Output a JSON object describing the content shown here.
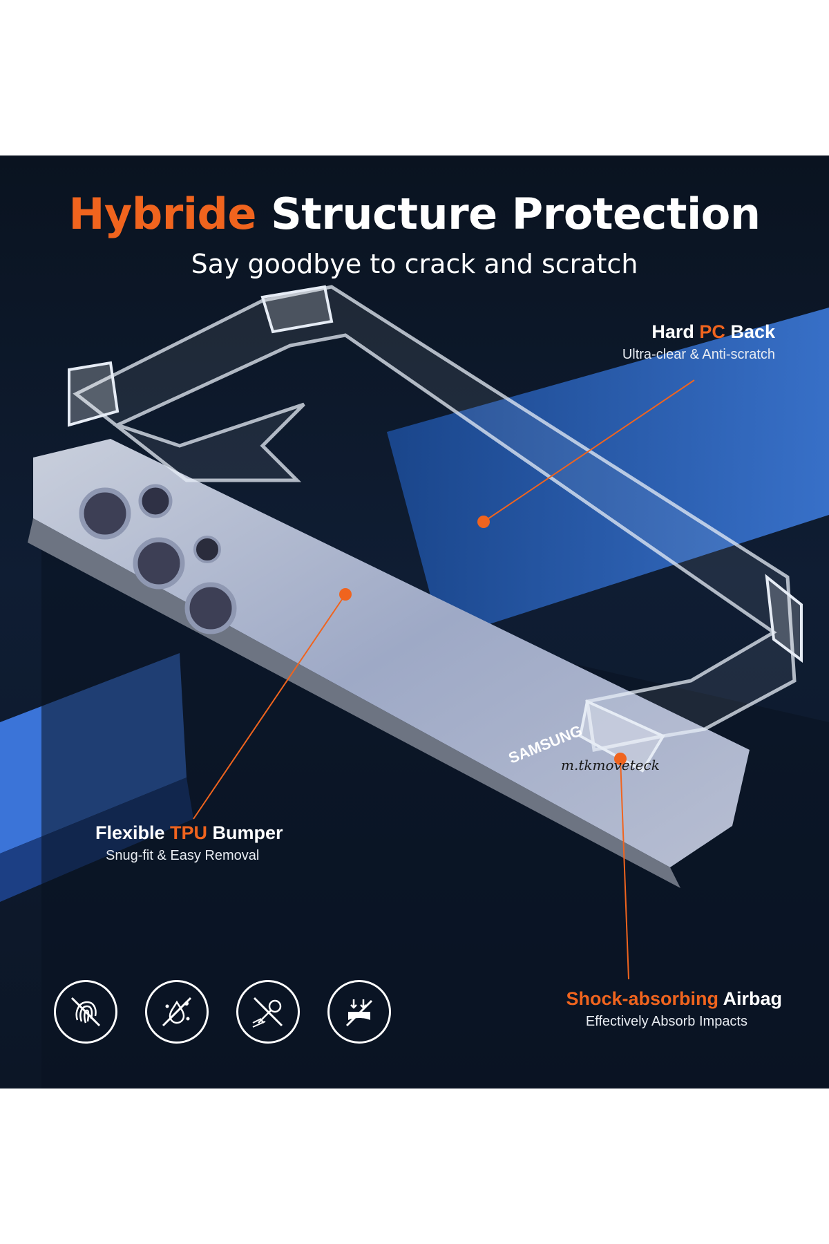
{
  "headline": {
    "accent": "Hybride",
    "rest": "Structure Protection"
  },
  "subhead": "Say goodbye to crack and scratch",
  "callouts": {
    "hard_pc": {
      "title_pre": "Hard ",
      "title_accent": "PC",
      "title_post": " Back",
      "desc": "Ultra-clear & Anti-scratch"
    },
    "tpu": {
      "title_pre": "Flexible ",
      "title_accent": "TPU",
      "title_post": " Bumper",
      "desc": "Snug-fit & Easy Removal"
    },
    "airbag": {
      "title_accent": "Shock-absorbing",
      "title_post": " Airbag",
      "desc": "Effectively Absorb Impacts"
    }
  },
  "phone_brand": "SAMSUNG",
  "watermark": "m.tkmoveteck",
  "feature_icons": [
    "no-fingerprint-icon",
    "anti-stain-icon",
    "anti-scratch-icon",
    "drop-protection-icon"
  ],
  "colors": {
    "accent": "#f0641e",
    "background": "#0f1d33",
    "stripe": "#2f6fd6"
  }
}
